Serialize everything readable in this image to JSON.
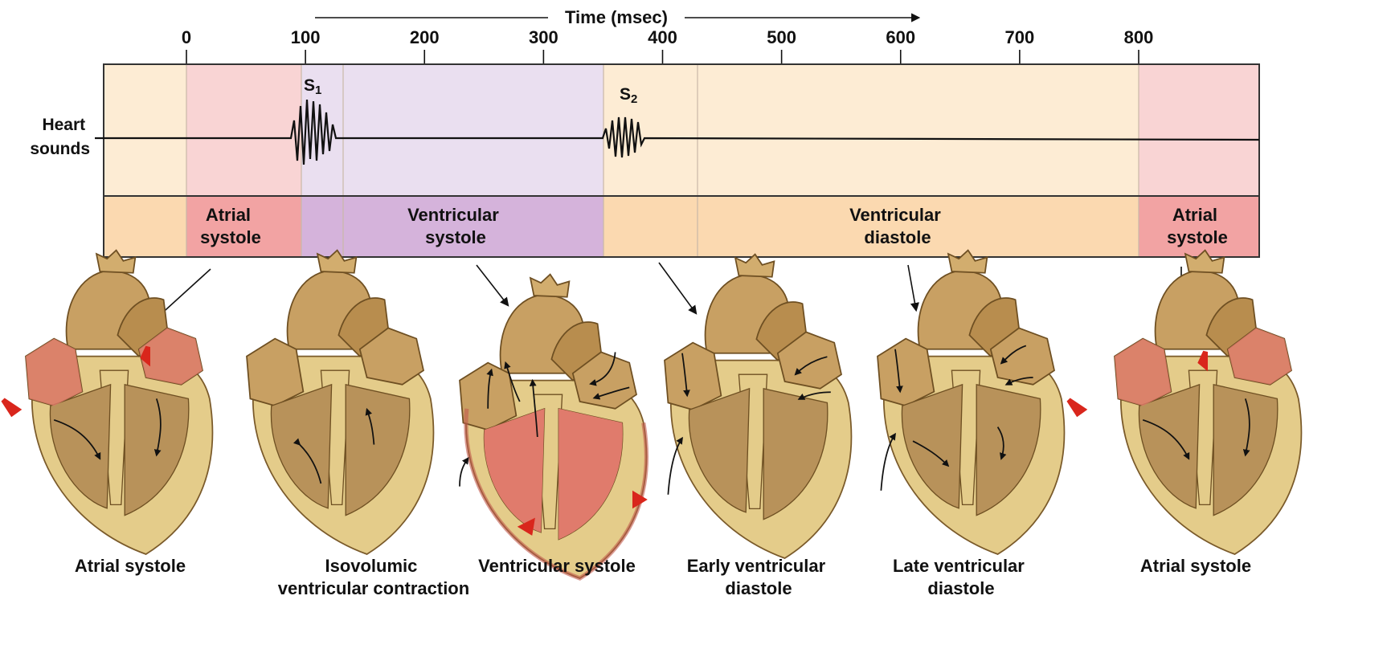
{
  "time_axis": {
    "title": "Time (msec)",
    "ticks": [
      {
        "value": 0,
        "label": "0"
      },
      {
        "value": 100,
        "label": "100"
      },
      {
        "value": 200,
        "label": "200"
      },
      {
        "value": 300,
        "label": "300"
      },
      {
        "value": 400,
        "label": "400"
      },
      {
        "value": 500,
        "label": "500"
      },
      {
        "value": 600,
        "label": "600"
      },
      {
        "value": 700,
        "label": "700"
      },
      {
        "value": 800,
        "label": "800"
      }
    ]
  },
  "heart_sounds": {
    "label_line1": "Heart",
    "label_line2": "sounds",
    "s1_label": "S",
    "s1_sub": "1",
    "s2_label": "S",
    "s2_sub": "2"
  },
  "phases": {
    "atrial_systole_1": {
      "line1": "Atrial",
      "line2": "systole"
    },
    "ventricular_systole": {
      "line1": "Ventricular",
      "line2": "systole"
    },
    "ventricular_diastole": {
      "line1": "Ventricular",
      "line2": "diastole"
    },
    "atrial_systole_2": {
      "line1": "Atrial",
      "line2": "systole"
    }
  },
  "stages": [
    {
      "line1": "Atrial systole",
      "line2": ""
    },
    {
      "line1": "Isovolumic",
      "line2": "ventricular contraction"
    },
    {
      "line1": "Ventricular systole",
      "line2": ""
    },
    {
      "line1": "Early ventricular",
      "line2": "diastole"
    },
    {
      "line1": "Late ventricular",
      "line2": "diastole"
    },
    {
      "line1": "Atrial systole",
      "line2": ""
    }
  ],
  "colors": {
    "diastole_band": "#fdecd4",
    "diastole_phase": "#fbd9b0",
    "atrial_band": "#f9d4d4",
    "atrial_phase": "#f2a3a3",
    "ventricular_band": "#eadff0",
    "ventricular_phase": "#d5b3db",
    "heart_muscle": "#c8a063",
    "heart_contracting": "#e07b6c",
    "red_arrow": "#d9261c"
  }
}
